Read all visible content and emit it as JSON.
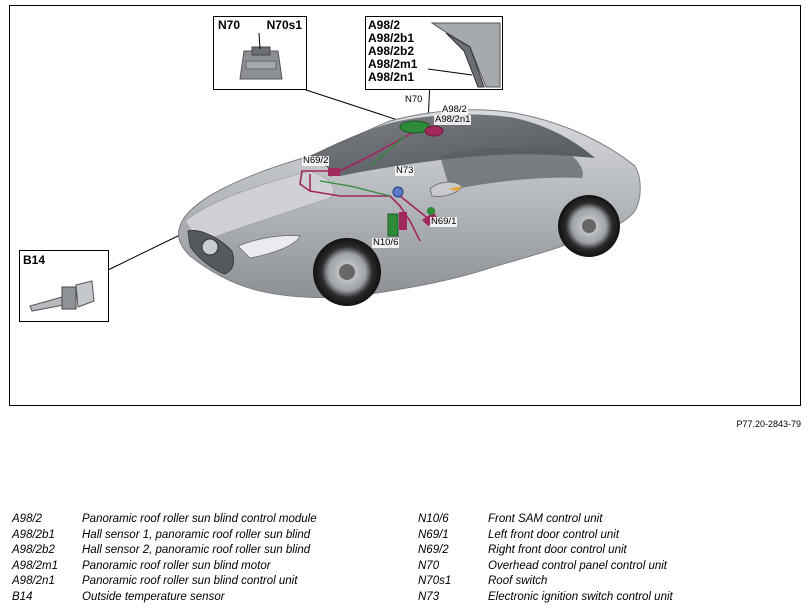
{
  "callouts": {
    "n70_box": {
      "labels": [
        "N70",
        "N70s1"
      ]
    },
    "a98_box": {
      "labels": [
        "A98/2",
        "A98/2b1",
        "A98/2b2",
        "A98/2m1",
        "A98/2n1"
      ]
    },
    "b14_box": {
      "label": "B14"
    }
  },
  "component_tags": {
    "n70": "N70",
    "a98_2": "A98/2",
    "a98_2n1": "A98/2n1",
    "n69_2": "N69/2",
    "n73": "N73",
    "n69_1": "N69/1",
    "n10_6": "N10/6"
  },
  "reference": "P77.20-2843-79",
  "legend_left": [
    {
      "code": "A98/2",
      "desc": "Panoramic roof roller sun blind control module"
    },
    {
      "code": "A98/2b1",
      "desc": "Hall sensor 1, panoramic roof roller sun blind"
    },
    {
      "code": "A98/2b2",
      "desc": "Hall sensor 2, panoramic roof roller sun blind"
    },
    {
      "code": "A98/2m1",
      "desc": "Panoramic roof roller sun blind motor"
    },
    {
      "code": "A98/2n1",
      "desc": "Panoramic roof roller sun blind control unit"
    },
    {
      "code": "B14",
      "desc": "Outside temperature sensor"
    }
  ],
  "legend_right": [
    {
      "code": "N10/6",
      "desc": "Front SAM control unit"
    },
    {
      "code": "N69/1",
      "desc": "Left front door control unit"
    },
    {
      "code": "N69/2",
      "desc": "Right front door control unit"
    },
    {
      "code": "N70",
      "desc": "Overhead control panel control unit"
    },
    {
      "code": "N70s1",
      "desc": "Roof switch"
    },
    {
      "code": "N73",
      "desc": "Electronic ignition switch control unit"
    }
  ],
  "colors": {
    "harness": "#a0285a",
    "module_green": "#2e8b3a",
    "car_body": "#b8babd"
  }
}
